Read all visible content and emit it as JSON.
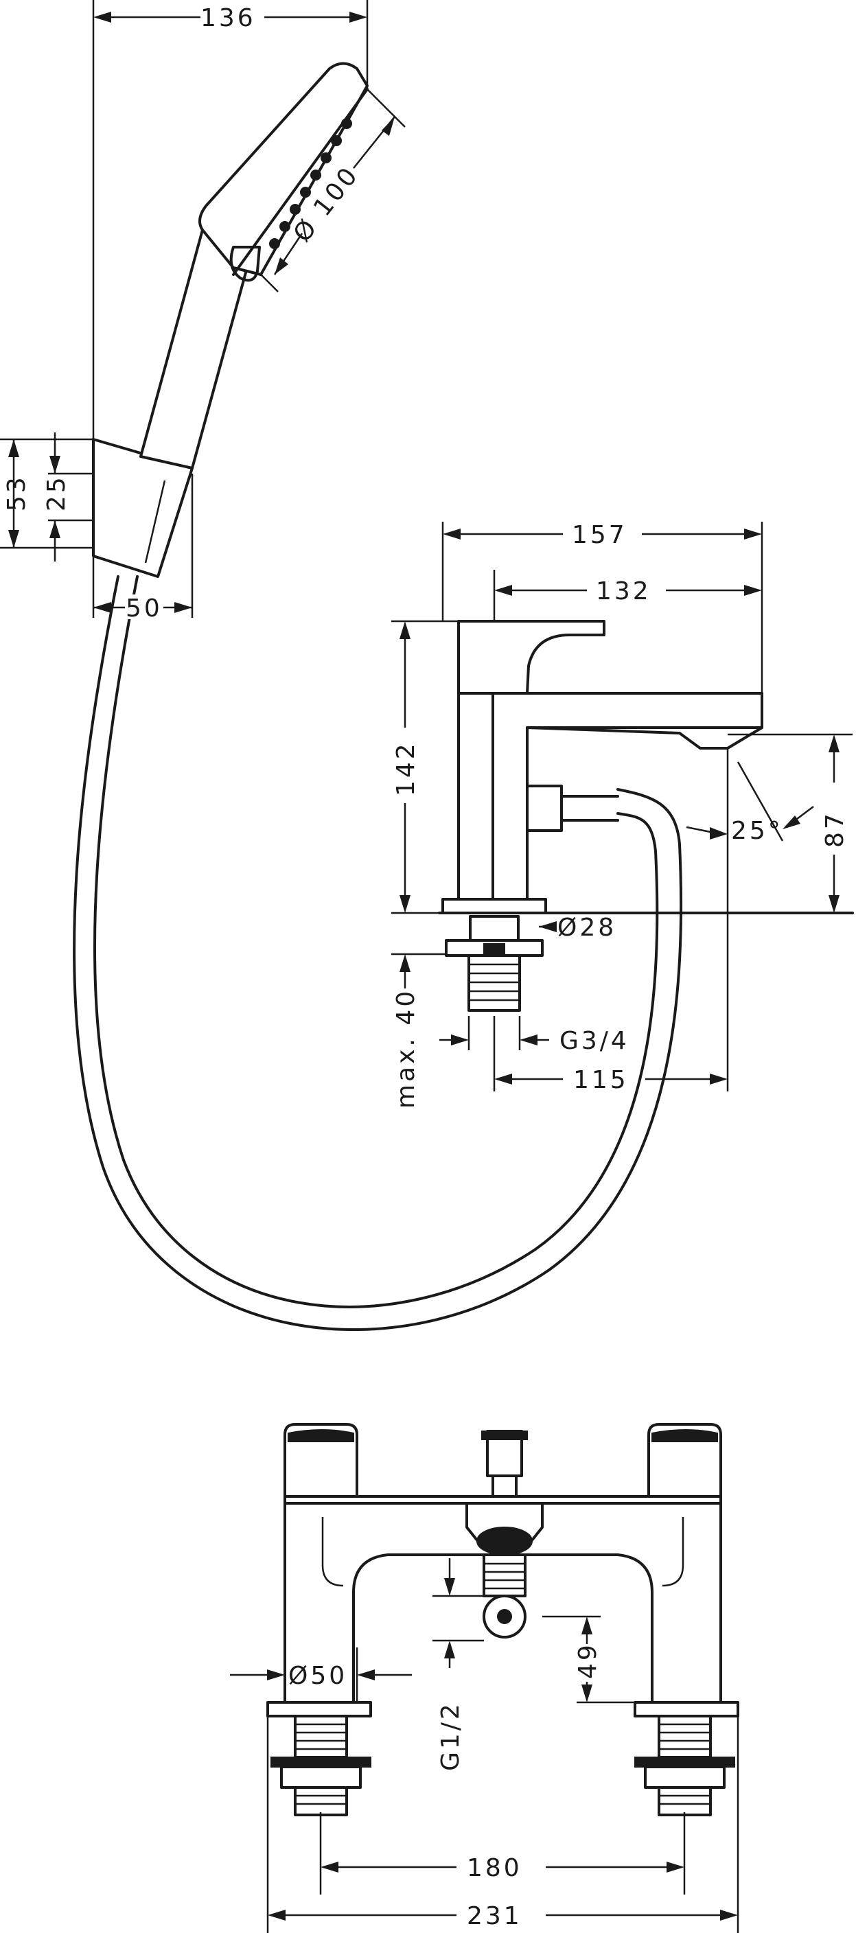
{
  "dimensions": {
    "handshower_width": "136",
    "spray_face_diameter": "Ø 100",
    "holder_height_total": "53",
    "holder_height_inner": "25",
    "holder_width": "50",
    "mixer_depth_total": "157",
    "mixer_spout_reach": "132",
    "mixer_height": "142",
    "spout_height": "87",
    "spout_angle": "25°",
    "mounting_hole_diameter": "Ø28",
    "deck_thickness_max": "max. 40",
    "connection_thread": "G3/4",
    "diverter_offset": "115",
    "front_pillar_diameter": "Ø50",
    "front_outlet_thread": "G1/2",
    "front_outlet_height": "49",
    "front_centres": "180",
    "front_total_width": "231"
  }
}
